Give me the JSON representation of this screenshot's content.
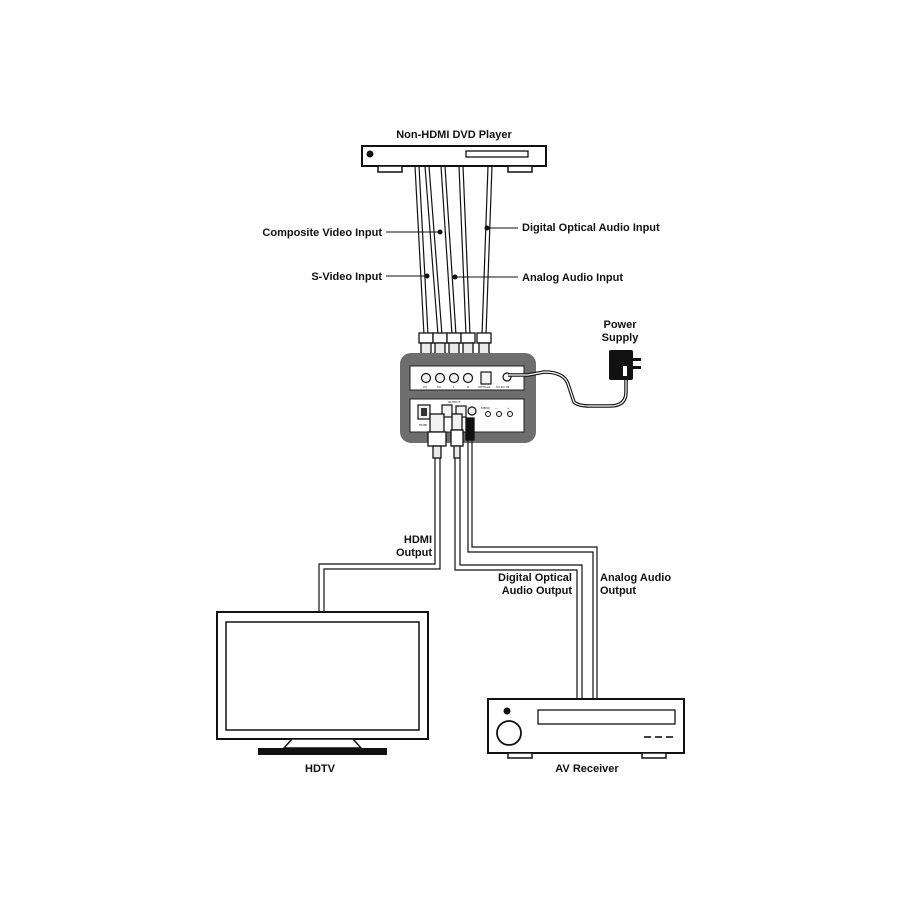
{
  "devices": {
    "dvd_player": "Non-HDMI DVD Player",
    "power_supply": [
      "Power",
      "Supply"
    ],
    "hdtv": "HDTV",
    "av_receiver": "AV Receiver"
  },
  "inputs": {
    "composite_video": "Composite Video Input",
    "s_video": "S-Video Input",
    "digital_optical_audio": "Digital Optical Audio Input",
    "analog_audio": "Analog Audio Input"
  },
  "outputs": {
    "hdmi": [
      "HDMI",
      "Output"
    ],
    "digital_optical_audio": [
      "Digital Optical",
      "Audio Output"
    ],
    "analog_audio": [
      "Analog Audio",
      "Output"
    ]
  },
  "converter_panel": {
    "top_ports": [
      "CV",
      "SV",
      "L",
      "R",
      "OPTICAL",
      "5V DC IN"
    ],
    "bottom_ports": [
      "HDMI",
      "OUTPUT",
      "MENU",
      "—",
      "+"
    ]
  }
}
